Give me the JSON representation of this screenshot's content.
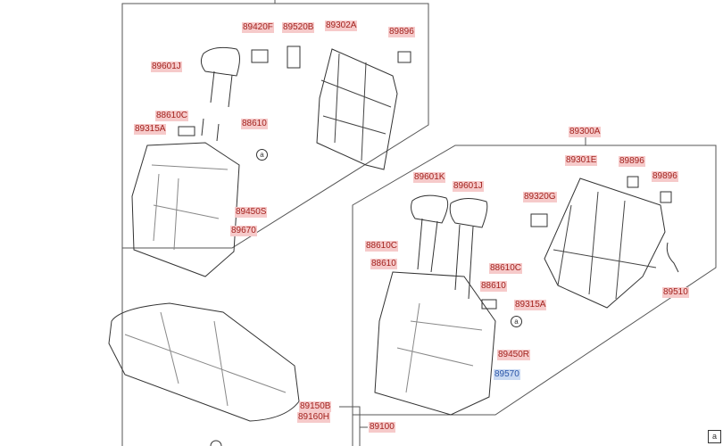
{
  "diagram": {
    "upper_left_group": {
      "labels": [
        "89420F",
        "89520B",
        "89302A",
        "89896",
        "89601J",
        "88610C",
        "88610",
        "89315A",
        "89450S",
        "89670"
      ],
      "ref_marker": "a"
    },
    "right_group": {
      "labels": [
        "89300A",
        "89301E",
        "89896",
        "89896",
        "89320G",
        "89601K",
        "89601J",
        "88610C",
        "88610",
        "88610C",
        "88610",
        "89315A",
        "89450R",
        "89510"
      ],
      "highlighted_label": "89570",
      "ref_marker": "a"
    },
    "cushion_group": {
      "labels": [
        "89150B",
        "89160H",
        "89100"
      ]
    },
    "corner_marker": "a"
  },
  "colors": {
    "label_bg": "#f6caca",
    "label_text": "#a3231f",
    "highlight_bg": "#c9d9f2",
    "highlight_text": "#2a55a8"
  }
}
